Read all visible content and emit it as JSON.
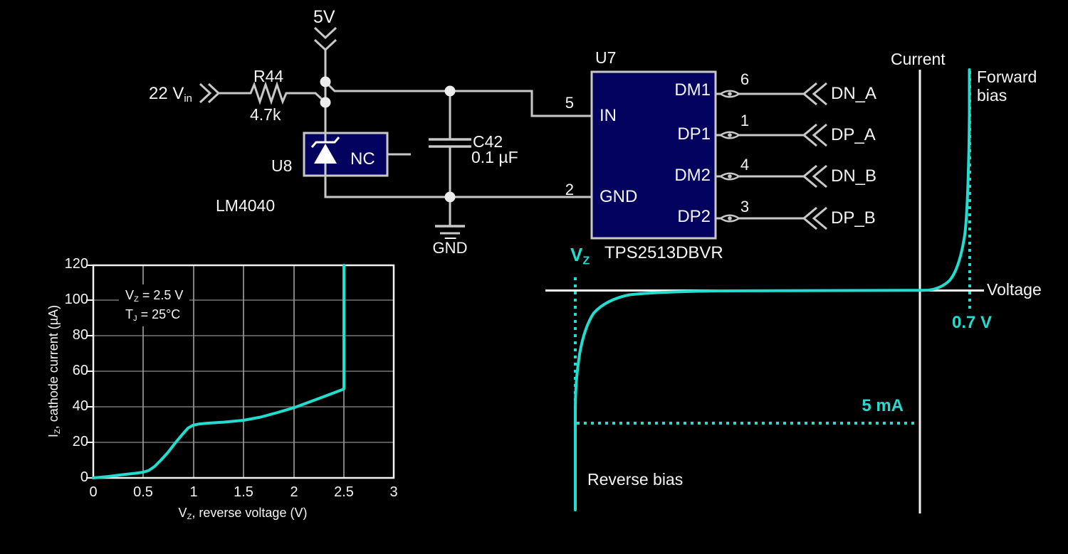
{
  "colors": {
    "teal": "#22dcd0",
    "navy": "#03035f",
    "wire_gray": "#c8c8c8",
    "text_white": "#f5f5f5"
  },
  "schematic": {
    "supply_label": "5V",
    "input": {
      "pre": "22 V",
      "sub": "in"
    },
    "resistor": {
      "ref": "R44",
      "value": "4.7k"
    },
    "shunt_regulator": {
      "designator": "U8",
      "part": "LM4040",
      "nc_label": "NC"
    },
    "capacitor": {
      "ref": "C42",
      "value": "0.1 µF"
    },
    "ground": {
      "pre": "G",
      "overline": "N",
      "post": "D"
    },
    "ic": {
      "designator": "U7",
      "part": "TPS2513DBVR",
      "left_pins": [
        {
          "number": "5",
          "name": "IN"
        },
        {
          "number": "2",
          "name": "GND"
        }
      ],
      "right_pins": [
        {
          "number": "6",
          "name": "DM1",
          "net": "DN_A"
        },
        {
          "number": "1",
          "name": "DP1",
          "net": "DP_A"
        },
        {
          "number": "4",
          "name": "DM2",
          "net": "DN_B"
        },
        {
          "number": "3",
          "name": "DP2",
          "net": "DP_B"
        }
      ]
    }
  },
  "zener_chart": {
    "y_ticks": [
      "120",
      "100",
      "80",
      "60",
      "40",
      "20",
      "0"
    ],
    "x_ticks": [
      "0",
      "0.5",
      "1",
      "1.5",
      "2",
      "2.5",
      "3"
    ],
    "y_axis": {
      "pre": "I",
      "sub": "Z",
      "post": ", cathode current (µA)"
    },
    "x_axis": {
      "pre": "V",
      "sub": "Z",
      "post": ", reverse voltage (V)"
    },
    "annotation_line1": {
      "pre": "V",
      "sub": "Z",
      "post": " = 2.5 V"
    },
    "annotation_line2": {
      "pre": "T",
      "sub": "J",
      "post": " = 25°C"
    }
  },
  "diode_figure": {
    "current_label": "Current",
    "voltage_label": "Voltage",
    "forward_label": "Forward bias",
    "reverse_label": "Reverse bias",
    "vz_label": {
      "pre": "V",
      "sub": "Z"
    },
    "knee_label": "0.7 V",
    "current_value_label": "5 mA"
  },
  "chart_data": [
    {
      "type": "line",
      "title": "Zener reverse characteristic (LM4040)",
      "xlabel": "VZ, reverse voltage (V)",
      "ylabel": "IZ, cathode current (µA)",
      "xlim": [
        0,
        3
      ],
      "ylim": [
        0,
        120
      ],
      "grid": true,
      "annotations": [
        "VZ = 2.5 V",
        "TJ = 25°C"
      ],
      "x": [
        0,
        0.25,
        0.5,
        0.6,
        0.7,
        0.8,
        0.9,
        0.95,
        1.0,
        1.25,
        1.5,
        1.75,
        2.0,
        2.25,
        2.5,
        2.5
      ],
      "y": [
        0,
        1.5,
        3,
        6,
        12,
        20,
        26,
        28.5,
        29.5,
        31,
        32.5,
        36,
        39.5,
        44.5,
        50,
        120
      ]
    },
    {
      "type": "line",
      "title": "Diode I-V sketch",
      "xlabel": "Voltage",
      "ylabel": "Current",
      "grid": false,
      "annotations": [
        "Forward bias",
        "Reverse bias",
        "VZ",
        "0.7 V",
        "5 mA"
      ],
      "description": "Reverse breakdown plunge at VZ with dotted -5 mA operating line; forward conduction knee rising at 0.7 V"
    }
  ]
}
